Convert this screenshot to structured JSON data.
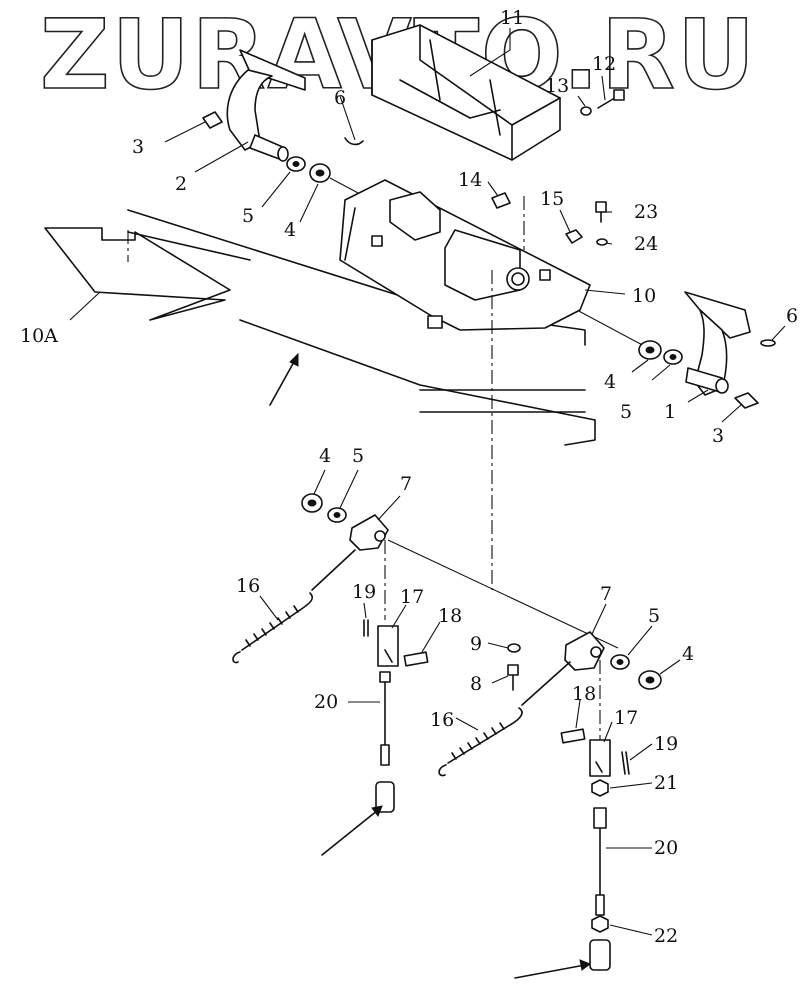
{
  "watermark": "ZURAVTO.RU",
  "callouts": {
    "c11": "11",
    "c12": "12",
    "c13": "13",
    "c6a": "6",
    "c3a": "3",
    "c2": "2",
    "c5a": "5",
    "c4a": "4",
    "c14": "14",
    "c15": "15",
    "c23": "23",
    "c24": "24",
    "c10": "10",
    "c10a": "10A",
    "c6b": "6",
    "c4b": "4",
    "c5b": "5",
    "c1": "1",
    "c3b": "3",
    "c4c": "4",
    "c5c": "5",
    "c7a": "7",
    "c16a": "16",
    "c19a": "19",
    "c17a": "17",
    "c18a": "18",
    "c9": "9",
    "c8": "8",
    "c7b": "7",
    "c5d": "5",
    "c4d": "4",
    "c20a": "20",
    "c16b": "16",
    "c18b": "18",
    "c17b": "17",
    "c19b": "19",
    "c21": "21",
    "c20b": "20",
    "c22": "22"
  }
}
